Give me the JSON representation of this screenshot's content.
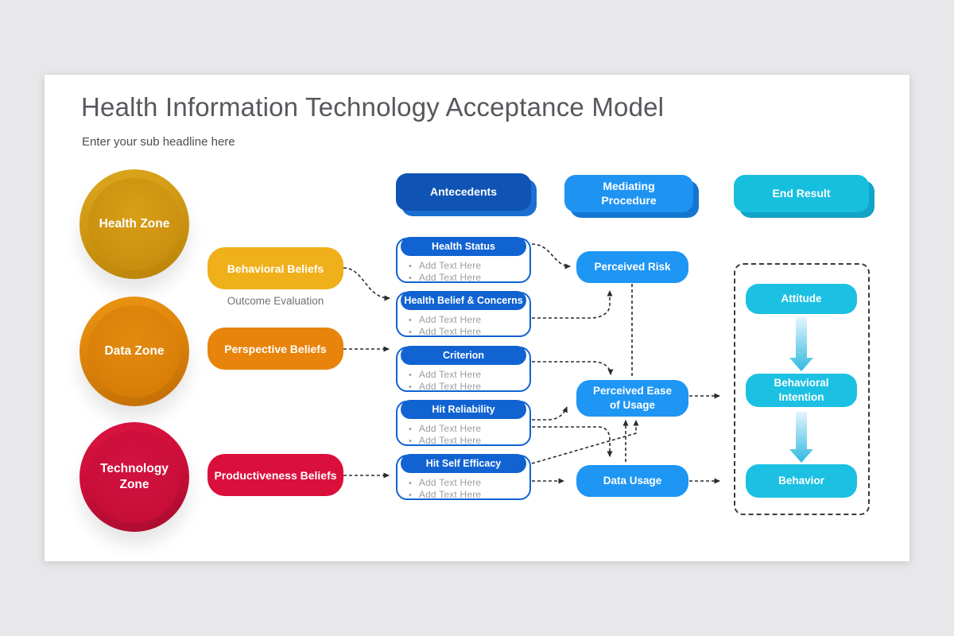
{
  "slide": {
    "title": "Health Information Technology Acceptance Model",
    "subtitle": "Enter your sub headline here"
  },
  "zones": [
    {
      "label": "Health Zone",
      "color": "#CF9712"
    },
    {
      "label": "Data Zone",
      "color": "#DD830B"
    },
    {
      "label": "Technology Zone",
      "color": "#CC0E3A"
    }
  ],
  "beliefs": [
    {
      "label": "Behavioral Beliefs",
      "note": "Outcome Evaluation",
      "color": "#EFB01A"
    },
    {
      "label": "Perspective Beliefs",
      "color": "#E8840B"
    },
    {
      "label": "Productiveness Beliefs",
      "color": "#DB0F3B"
    }
  ],
  "column_headers": {
    "antecedents": "Antecedents",
    "mediating": "Mediating Procedure",
    "end_result": "End Result"
  },
  "antecedent_cards": [
    {
      "title": "Health Status",
      "bullets": [
        "Add Text Here",
        "Add Text Here"
      ]
    },
    {
      "title": "Health Belief & Concerns",
      "bullets": [
        "Add Text Here",
        "Add Text Here"
      ]
    },
    {
      "title": "Criterion",
      "bullets": [
        "Add Text Here",
        "Add Text Here"
      ]
    },
    {
      "title": "Hit Reliability",
      "bullets": [
        "Add Text Here",
        "Add Text Here"
      ]
    },
    {
      "title": "Hit Self Efficacy",
      "bullets": [
        "Add Text Here",
        "Add Text Here"
      ]
    }
  ],
  "mediators": [
    "Perceived Risk",
    "Perceived Ease of Usage",
    "Data Usage"
  ],
  "end_results": [
    "Attitude",
    "Behavioral Intention",
    "Behavior"
  ],
  "accent_colors": {
    "antecedents_header": "#0F54B4",
    "antecedents_header_shadow": "#1A6FD1",
    "card_header": "#1163D2",
    "mediating_header": "#1E93F2",
    "mediator_box": "#1E96F4",
    "end_header": "#17BFDF",
    "end_box": "#1BC0E2",
    "connector": "#2B2B2B",
    "background": "#E8E8EA"
  }
}
